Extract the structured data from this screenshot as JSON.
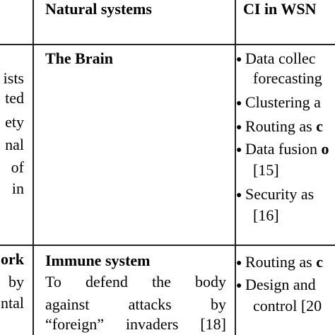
{
  "header": {
    "col2": "Natural systems",
    "col3": "CI in WSN"
  },
  "row1": {
    "col1_lines": [
      "ists",
      "ted",
      "ety",
      "nal",
      "of",
      "in"
    ],
    "col2_title": "The Brain",
    "col3_items": [
      {
        "line1": "Data collec",
        "line2": "forecasting"
      },
      {
        "line1": "Clustering a"
      },
      {
        "line1_pre": "Routing as ",
        "line1_bold": "c"
      },
      {
        "line1_pre": "Data fusion ",
        "line1_bold": "o",
        "line2": "[15]"
      },
      {
        "line1": "Security as",
        "line2": "[16]"
      }
    ]
  },
  "row2": {
    "col1_lines": [
      "ork",
      "by",
      "ntal"
    ],
    "col2_title": "Immune system",
    "col2_lines": [
      [
        "To",
        "defend",
        "the",
        "body"
      ],
      [
        "against",
        "attacks",
        "by"
      ],
      [
        "“foreign”",
        "invaders",
        "[18]"
      ]
    ],
    "col3_items": [
      {
        "line1_pre": "Routing as ",
        "line1_bold": "c"
      },
      {
        "line1": "Design and",
        "line2": "control [20"
      }
    ]
  }
}
